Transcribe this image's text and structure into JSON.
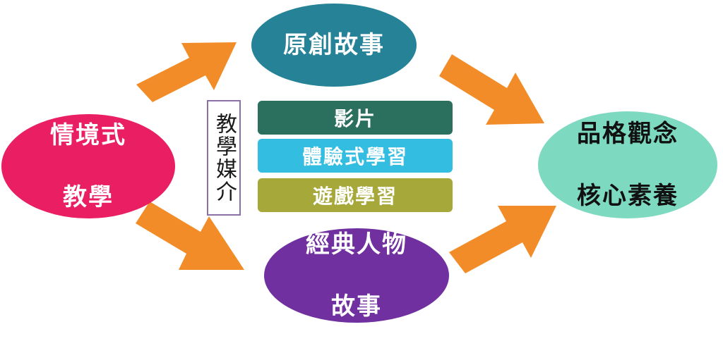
{
  "nodes": {
    "start": {
      "line1": "情境式",
      "line2": "教學",
      "color": "#e91e63"
    },
    "story": {
      "line1": "原創故事",
      "color": "#268297"
    },
    "historical": {
      "line1": "經典人物",
      "line2": "故事",
      "color": "#7030a0"
    },
    "goal": {
      "line1": "品格觀念",
      "line2": "核心素養",
      "color": "#7dd9c0"
    }
  },
  "media": {
    "label": "教學媒介",
    "items": [
      {
        "label": "影片",
        "color": "#2b705f"
      },
      {
        "label": "體驗式學習",
        "color": "#33bde0"
      },
      {
        "label": "遊戲學習",
        "color": "#a6a83a"
      }
    ]
  },
  "arrow_color": "#f28c28"
}
